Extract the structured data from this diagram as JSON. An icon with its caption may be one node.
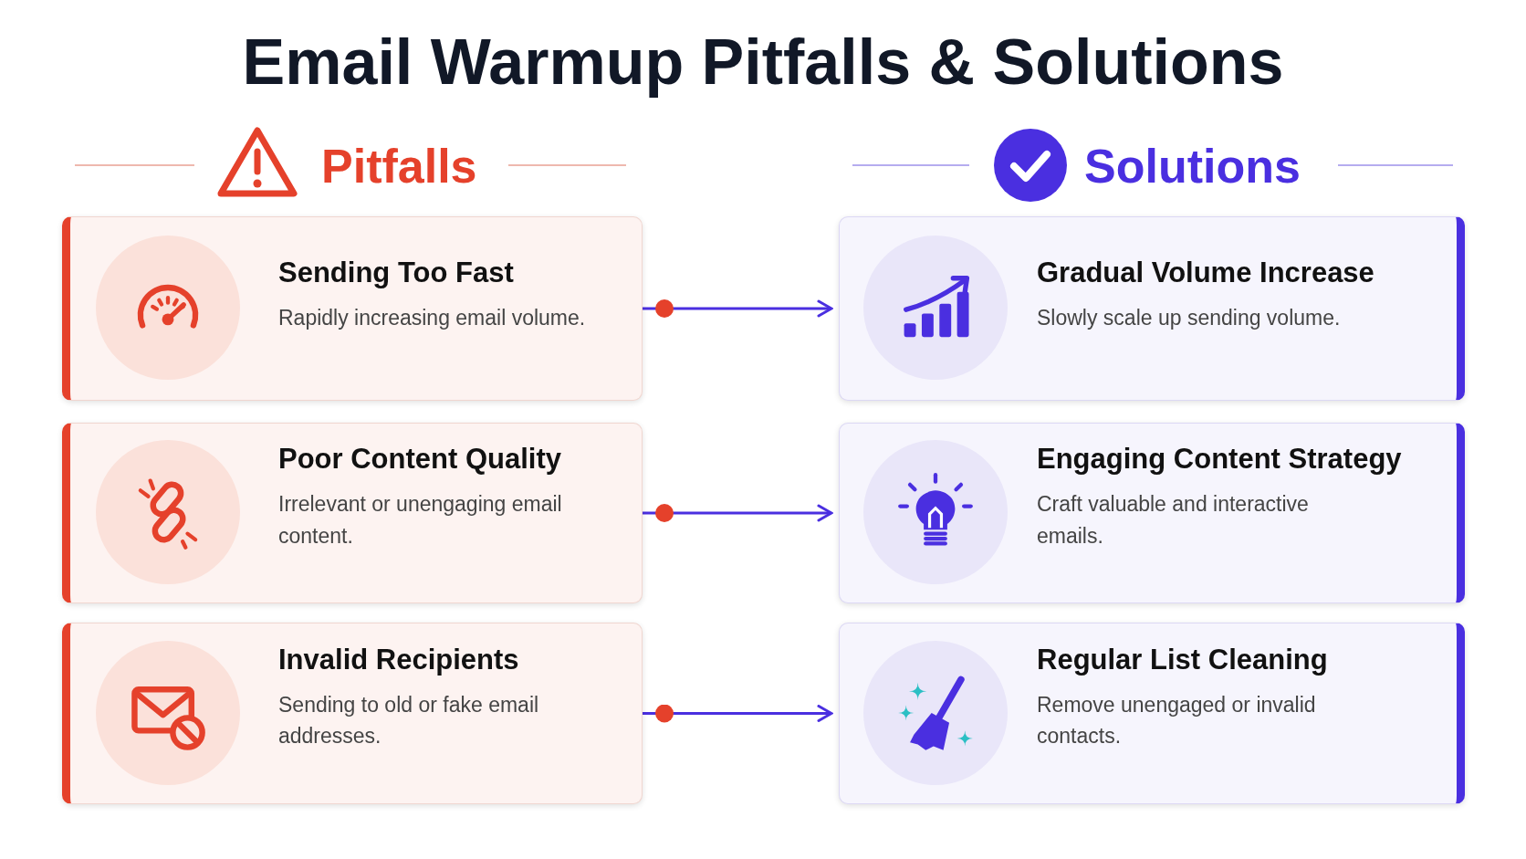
{
  "diagram": {
    "title": "Email Warmup Pitfalls & Solutions",
    "nodes": [
      {
        "text": [
          "Sending Too Fast",
          "Rapidly increasing email volume."
        ]
      },
      {
        "text": [
          "Gradual Volume Increase",
          "Slowly scale up sending volume."
        ]
      },
      {
        "text": [
          "Poor Content Quality",
          "Irrelevant or unengaging email content."
        ]
      },
      {
        "text": [
          "Engaging Content Strategy",
          "Craft valuable and interactive emails."
        ]
      },
      {
        "text": [
          "Invalid Recipients",
          "Sending to old or fake email addresses."
        ]
      },
      {
        "text": [
          "Regular List Cleaning",
          "Remove unengaged or invalid contacts."
        ]
      }
    ],
    "edges": [
      {
        "from": 0,
        "to": 1,
        "arrow": "to"
      },
      {
        "from": 2,
        "to": 3,
        "arrow": "to"
      },
      {
        "from": 4,
        "to": 5,
        "arrow": "to"
      }
    ],
    "labels": [
      "Pitfalls",
      "Solutions"
    ]
  }
}
